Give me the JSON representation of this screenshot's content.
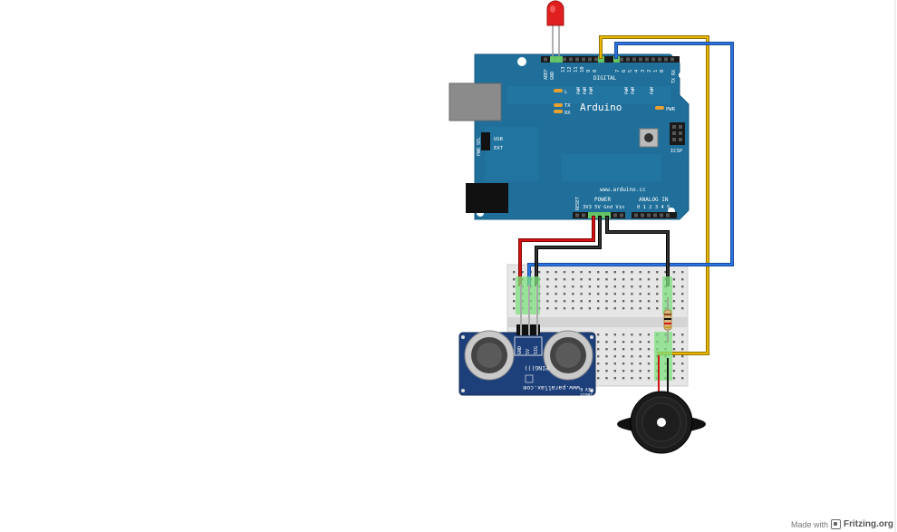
{
  "board": {
    "name": "Arduino",
    "website": "www.arduino.cc",
    "usb_label": "USB",
    "ext_label": "EXT",
    "pwr_sel_label": "PWR SEL",
    "digital_label": "DIGITAL",
    "power_label": "POWER",
    "analog_label": "ANALOG IN",
    "power_pins": "3V3 5V Gnd Vin",
    "analog_pins": "0 1 2 3 4 5",
    "reset_label": "RESET",
    "icsp_label": "ICSP",
    "pwr_led_label": "PWR",
    "l_label": "L",
    "tx_label": "TX",
    "rx_label": "RX",
    "aref_label": "AREF",
    "gnd_label": "GND",
    "digital_pins": [
      "13",
      "12",
      "11",
      "10",
      "9",
      "8",
      "7",
      "6",
      "5",
      "4",
      "3",
      "2",
      "1",
      "0"
    ],
    "pwm_label": "PWM",
    "txrx_pins": "TX RX"
  },
  "sensor": {
    "brand": "www.parallax.com",
    "model": "PING)))",
    "pins": [
      "GND",
      "5V",
      "SIG"
    ],
    "rev": "REV B",
    "code": "28015"
  },
  "credit": {
    "made_with": "Made with",
    "brand": "Fritzing.org"
  },
  "colors": {
    "board": "#1f6f9a",
    "wire_red": "#cc1111",
    "wire_black": "#222222",
    "wire_yellow": "#e8b000",
    "wire_blue": "#2b6fd6",
    "breadboard": "#e6e6e6",
    "led": "#e02020",
    "sensor_pcb": "#1d3f7a"
  }
}
